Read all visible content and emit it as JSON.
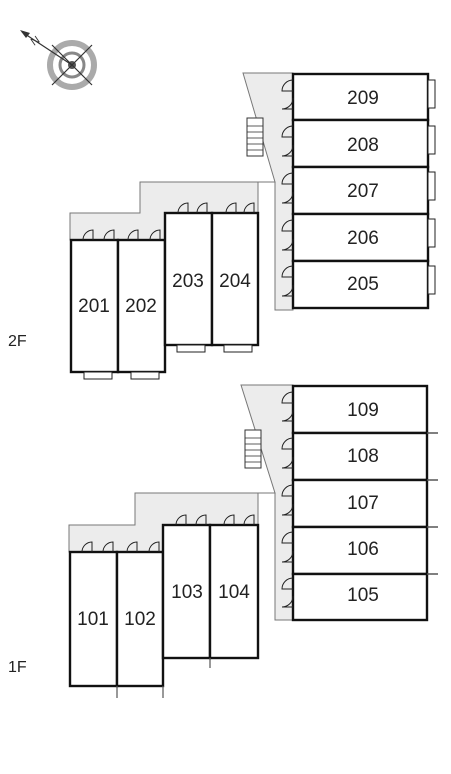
{
  "floors": [
    {
      "label": "2F",
      "units": [
        "209",
        "208",
        "207",
        "206",
        "205",
        "201",
        "202",
        "203",
        "204"
      ]
    },
    {
      "label": "1F",
      "units": [
        "109",
        "108",
        "107",
        "106",
        "105",
        "101",
        "102",
        "103",
        "104"
      ]
    }
  ],
  "icons": {
    "compass": "compass-north-icon",
    "stairs": "stairs-icon",
    "door": "door-swing-icon"
  },
  "colors": {
    "walls": "#111111",
    "corridor": "#ececec",
    "background": "#ffffff"
  }
}
